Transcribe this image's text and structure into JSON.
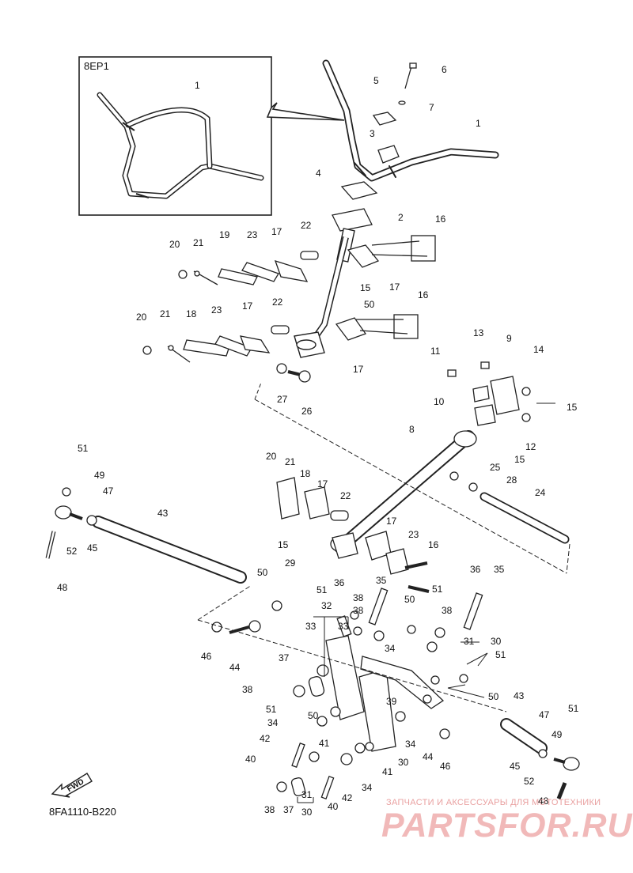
{
  "diagram": {
    "inset_label": "8EP1",
    "code": "8FA1110-B220",
    "fwd_label": "FWD",
    "watermark_sub": "ЗАПЧАСТИ И АКСЕССУАРЫ ДЛЯ МОТОТЕХНИКИ",
    "watermark_main": "PARTSFOR.RU"
  },
  "callouts": [
    "1",
    "1",
    "2",
    "3",
    "4",
    "5",
    "6",
    "7",
    "16",
    "17",
    "22",
    "23",
    "19",
    "21",
    "20",
    "17",
    "15",
    "50",
    "16",
    "20",
    "21",
    "18",
    "23",
    "17",
    "22",
    "17",
    "27",
    "26",
    "13",
    "9",
    "14",
    "11",
    "10",
    "15",
    "12",
    "8",
    "15",
    "25",
    "28",
    "24",
    "51",
    "49",
    "47",
    "43",
    "52",
    "45",
    "48",
    "20",
    "21",
    "18",
    "17",
    "22",
    "17",
    "23",
    "16",
    "15",
    "29",
    "36",
    "35",
    "36",
    "35",
    "38",
    "51",
    "50",
    "38",
    "50",
    "51",
    "46",
    "44",
    "32",
    "33",
    "33",
    "38",
    "34",
    "31",
    "30",
    "51",
    "37",
    "38",
    "51",
    "50",
    "34",
    "41",
    "42",
    "40",
    "39",
    "50",
    "43",
    "47",
    "49",
    "51",
    "34",
    "30",
    "41",
    "34",
    "44",
    "46",
    "45",
    "52",
    "48",
    "31",
    "30",
    "42",
    "40",
    "38",
    "37"
  ]
}
